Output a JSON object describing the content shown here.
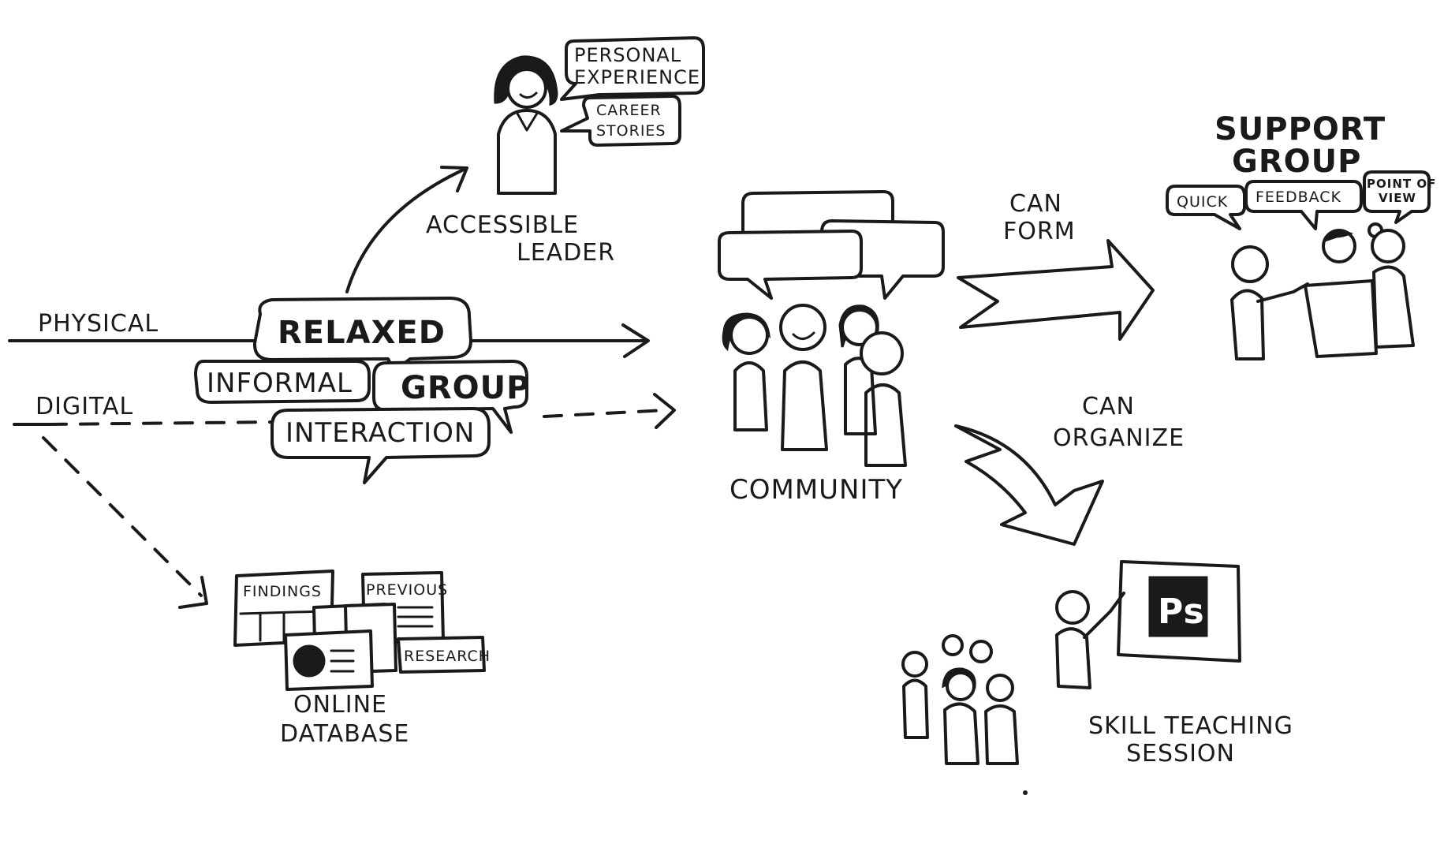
{
  "labels": {
    "physical": "PHYSICAL",
    "digital": "DIGITAL",
    "relaxed": "RELAXED",
    "informal": "INFORMAL",
    "group": "GROUP",
    "interaction": "INTERACTION",
    "accessible": "ACCESSIBLE",
    "leader": "LEADER",
    "personal": "PERSONAL",
    "experience": "EXPERIENCE",
    "career": "CAREER",
    "stories": "STORIES",
    "community": "COMMUNITY",
    "can_form_1": "CAN",
    "can_form_2": "FORM",
    "can_organize_1": "CAN",
    "can_organize_2": "ORGANIZE",
    "support": "SUPPORT",
    "group2": "GROUP",
    "quick": "QUICK",
    "feedback": "FEEDBACK",
    "point_of": "POINT OF",
    "view": "VIEW",
    "findings": "FINDINGS",
    "previous": "PREVIOUS",
    "research": "RESEARCH",
    "online": "ONLINE",
    "database": "DATABASE",
    "ps": "Ps",
    "skill_teaching": "SKILL   TEACHING",
    "session": "SESSION"
  }
}
